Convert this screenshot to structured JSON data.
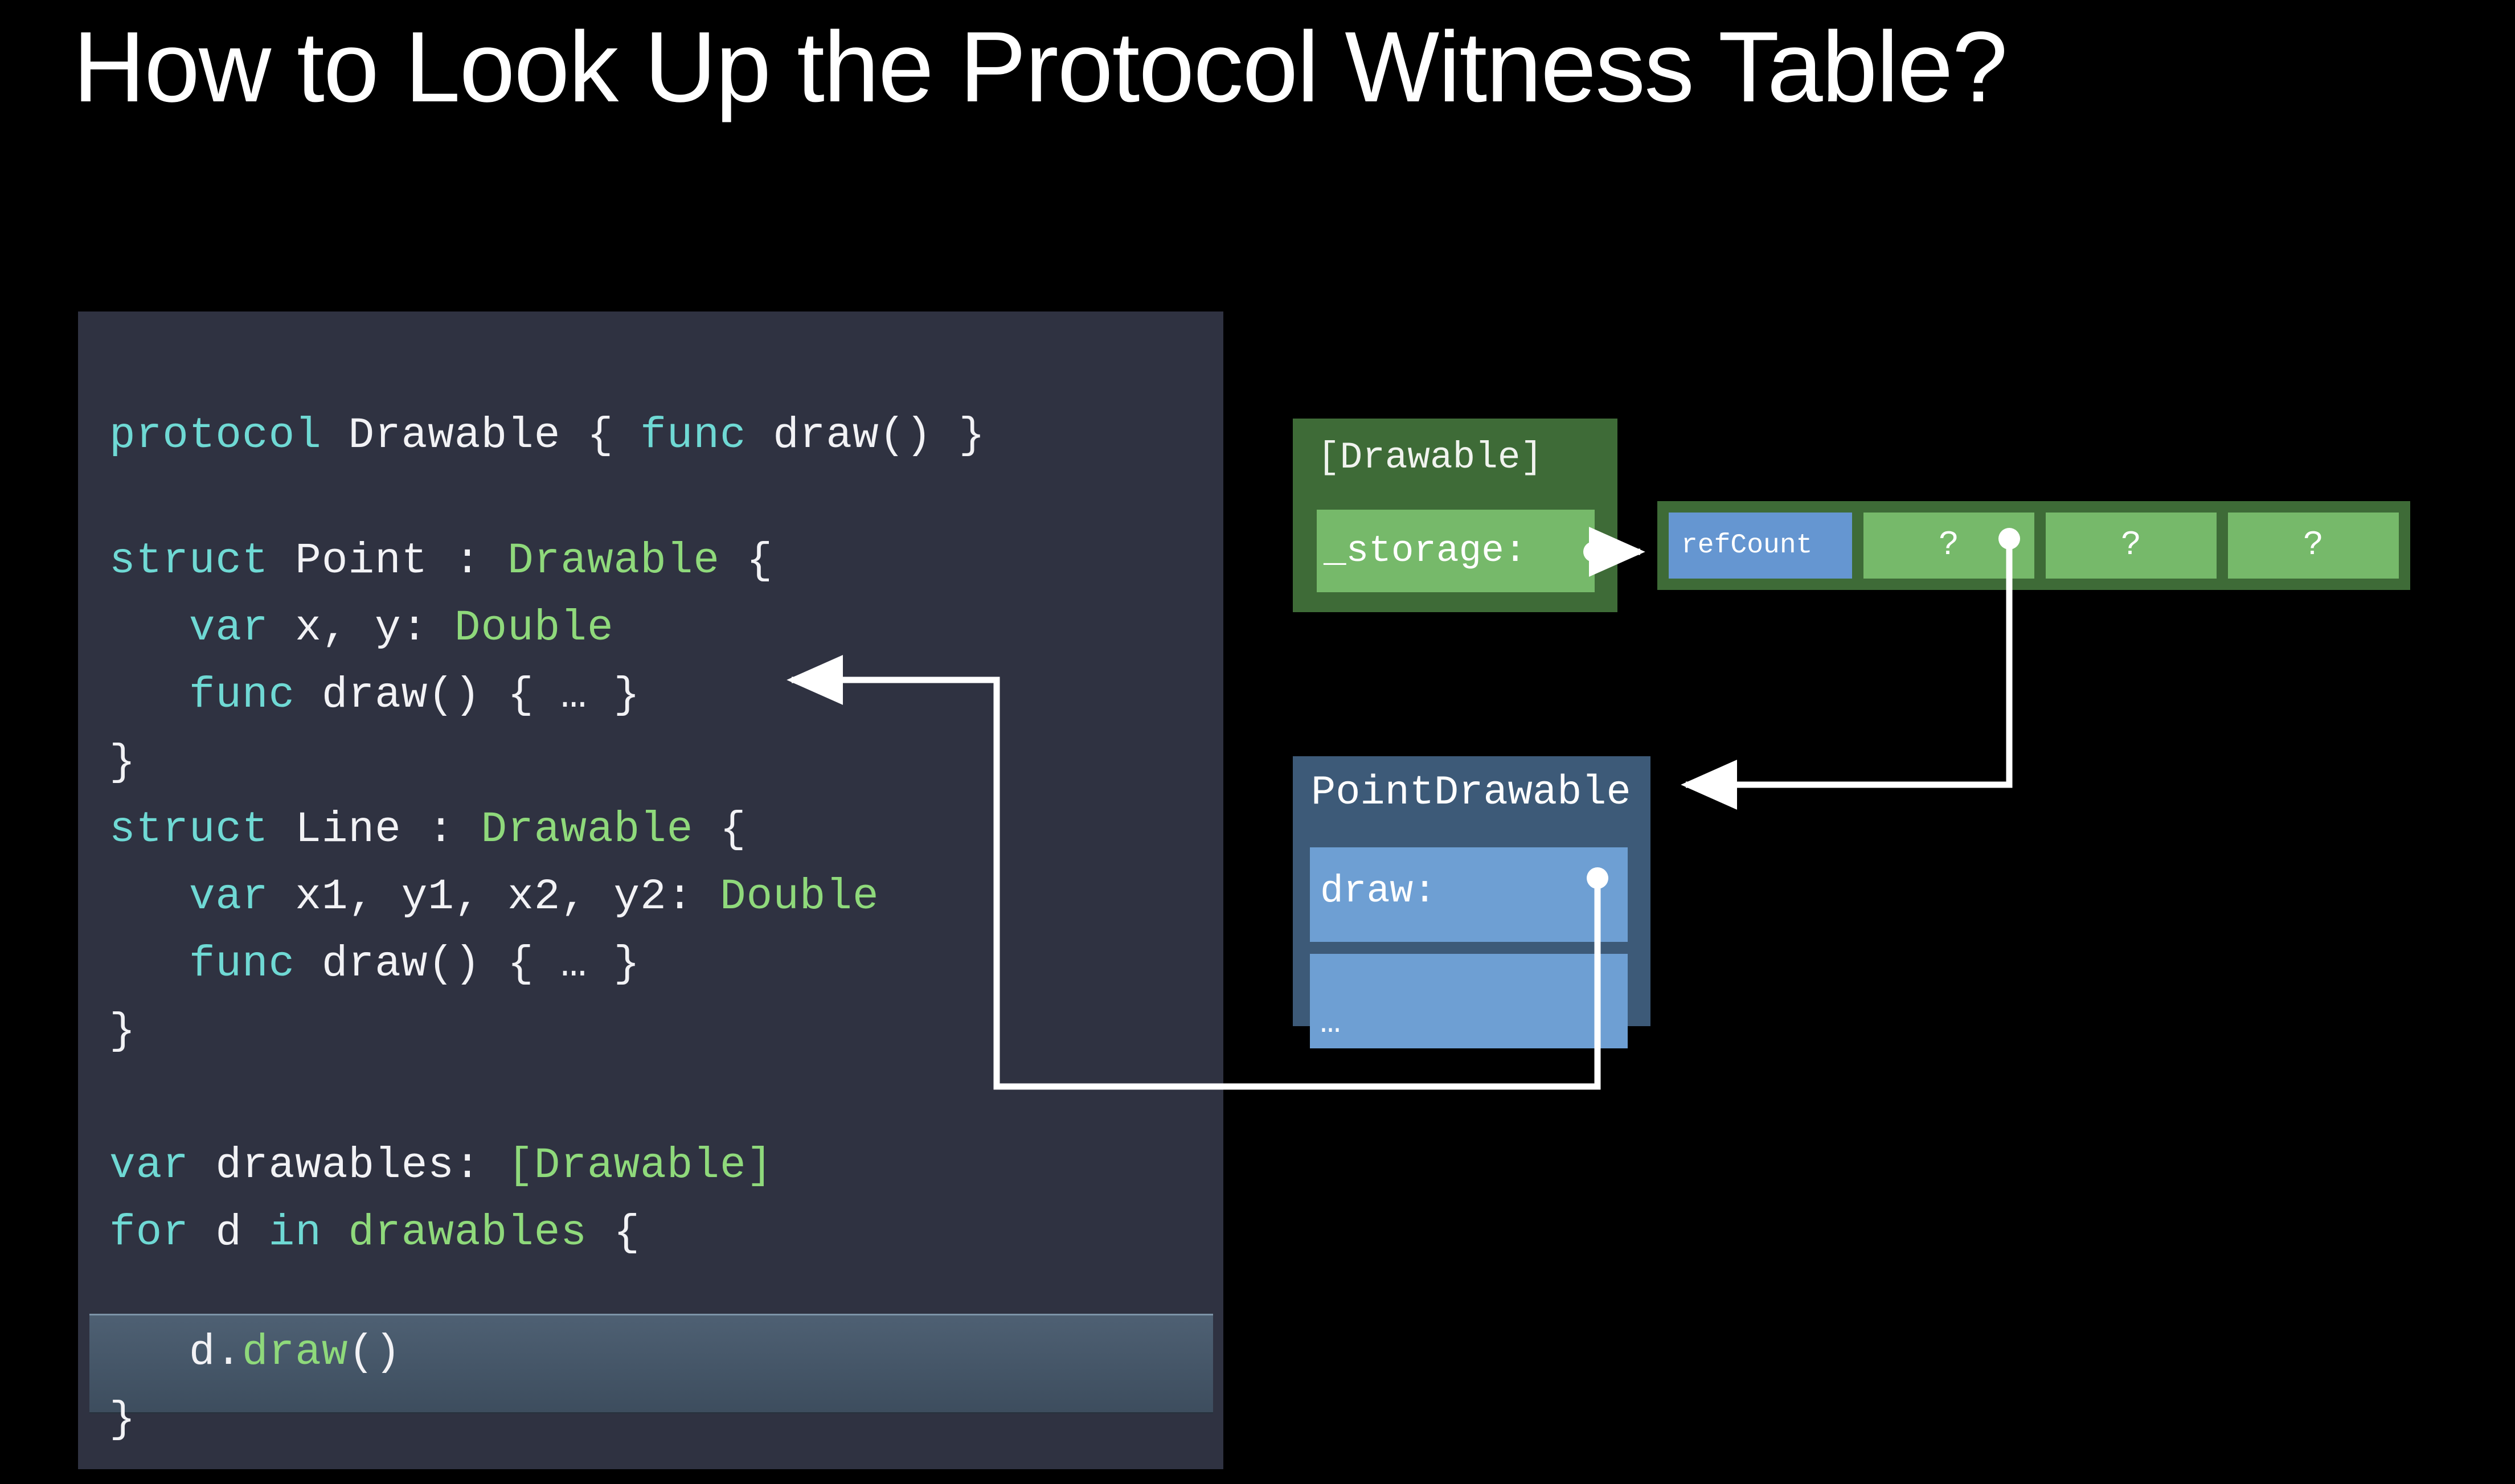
{
  "slide": {
    "title": "How to Look Up the Protocol Witness Table?",
    "background_color": "#000000"
  },
  "code_panel": {
    "background_color": "#2f3241",
    "highlighted_line_index": 11,
    "highlight_color": "#4e6073",
    "syntax_colors": {
      "keyword": "#6fd9d4",
      "type": "#8fd97b",
      "identifier": "#f2f2f5",
      "punctuation": "#f2f2f5"
    },
    "lines": [
      {
        "tokens": [
          {
            "t": "protocol",
            "c": "kw"
          },
          {
            "t": " Drawable { ",
            "c": "id"
          },
          {
            "t": "func",
            "c": "kw"
          },
          {
            "t": " draw() }",
            "c": "id"
          }
        ]
      },
      {
        "tokens": []
      },
      {
        "tokens": [
          {
            "t": "struct",
            "c": "kw"
          },
          {
            "t": " Point : ",
            "c": "id"
          },
          {
            "t": "Drawable",
            "c": "ty"
          },
          {
            "t": " {",
            "c": "id"
          }
        ]
      },
      {
        "tokens": [
          {
            "t": "   ",
            "c": "id"
          },
          {
            "t": "var",
            "c": "kw"
          },
          {
            "t": " x, y: ",
            "c": "id"
          },
          {
            "t": "Double",
            "c": "ty"
          }
        ]
      },
      {
        "tokens": [
          {
            "t": "   ",
            "c": "id"
          },
          {
            "t": "func",
            "c": "kw"
          },
          {
            "t": " draw() { … }",
            "c": "id"
          }
        ]
      },
      {
        "tokens": [
          {
            "t": "}",
            "c": "id"
          }
        ]
      },
      {
        "tokens": [
          {
            "t": "struct",
            "c": "kw"
          },
          {
            "t": " Line : ",
            "c": "id"
          },
          {
            "t": "Drawable",
            "c": "ty"
          },
          {
            "t": " {",
            "c": "id"
          }
        ]
      },
      {
        "tokens": [
          {
            "t": "   ",
            "c": "id"
          },
          {
            "t": "var",
            "c": "kw"
          },
          {
            "t": " x1, y1, x2, y2: ",
            "c": "id"
          },
          {
            "t": "Double",
            "c": "ty"
          }
        ]
      },
      {
        "tokens": [
          {
            "t": "   ",
            "c": "id"
          },
          {
            "t": "func",
            "c": "kw"
          },
          {
            "t": " draw() { … }",
            "c": "id"
          }
        ]
      },
      {
        "tokens": [
          {
            "t": "}",
            "c": "id"
          }
        ]
      },
      {
        "tokens": []
      },
      {
        "tokens": [
          {
            "t": "var",
            "c": "kw"
          },
          {
            "t": " drawables: ",
            "c": "id"
          },
          {
            "t": "[Drawable]",
            "c": "ty"
          }
        ]
      },
      {
        "tokens": [
          {
            "t": "for",
            "c": "kw"
          },
          {
            "t": " d ",
            "c": "id"
          },
          {
            "t": "in",
            "c": "kw"
          },
          {
            "t": " ",
            "c": "id"
          },
          {
            "t": "drawables",
            "c": "ty"
          },
          {
            "t": " {",
            "c": "id"
          }
        ]
      },
      {
        "tokens": [
          {
            "t": "   d.",
            "c": "id"
          },
          {
            "t": "draw",
            "c": "ty"
          },
          {
            "t": "()",
            "c": "id"
          }
        ]
      },
      {
        "tokens": [
          {
            "t": "}",
            "c": "id"
          }
        ]
      }
    ]
  },
  "drawable_box": {
    "title": "[Drawable]",
    "storage_label": "_storage:",
    "container_color": "#3e6b37",
    "cell_color": "#76b96a"
  },
  "array_buffer": {
    "container_color": "#3e6b37",
    "cells": [
      {
        "label": "refCount",
        "kind": "refcount",
        "color": "#6596d1"
      },
      {
        "label": "?",
        "kind": "unknown",
        "color": "#76b96a"
      },
      {
        "label": "?",
        "kind": "unknown",
        "color": "#76b96a"
      },
      {
        "label": "?",
        "kind": "unknown",
        "color": "#76b96a"
      }
    ]
  },
  "witness_table": {
    "title": "PointDrawable",
    "container_color": "#3d5a78",
    "row_color": "#6e9fd3",
    "rows": [
      {
        "label": "draw:"
      },
      {
        "label": "…"
      }
    ]
  },
  "connectors": {
    "color": "#ffffff",
    "items": [
      {
        "name": "storage-to-buffer",
        "from": "_storage:",
        "to": "array buffer"
      },
      {
        "name": "buffer-element-to-witness-table",
        "from": "array element ?",
        "to": "PointDrawable"
      },
      {
        "name": "witness-draw-to-code",
        "from": "draw:",
        "to": "func draw() { … }"
      }
    ]
  }
}
